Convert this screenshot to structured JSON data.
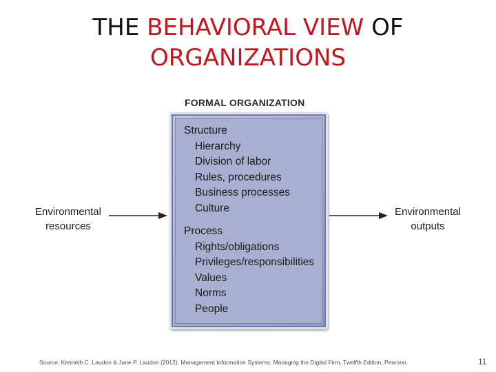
{
  "title": {
    "part1": "THE ",
    "part2_accent": "BEHAVIORAL VIEW",
    "part3": " OF",
    "part4_accent": "ORGANIZATIONS"
  },
  "diagram": {
    "box_label": "FORMAL ORGANIZATION",
    "structure": {
      "heading": "Structure",
      "items": [
        "Hierarchy",
        "Division of labor",
        "Rules, procedures",
        "Business processes",
        "Culture"
      ]
    },
    "process": {
      "heading": "Process",
      "items": [
        "Rights/obligations",
        "Privileges/responsibilities",
        "Values",
        "Norms",
        "People"
      ]
    },
    "input": {
      "line1": "Environmental",
      "line2": "resources"
    },
    "output": {
      "line1": "Environmental",
      "line2": "outputs"
    }
  },
  "footer": {
    "source": "Source: Kenneth C. Laudon & Jane P. Laudon (2012), Management Information Systems: Managing the Digital Firm, Twelfth Edition, Pearson.",
    "page_number": "11"
  },
  "colors": {
    "accent": "#c0161e",
    "box_fill": "#a8afd0"
  }
}
